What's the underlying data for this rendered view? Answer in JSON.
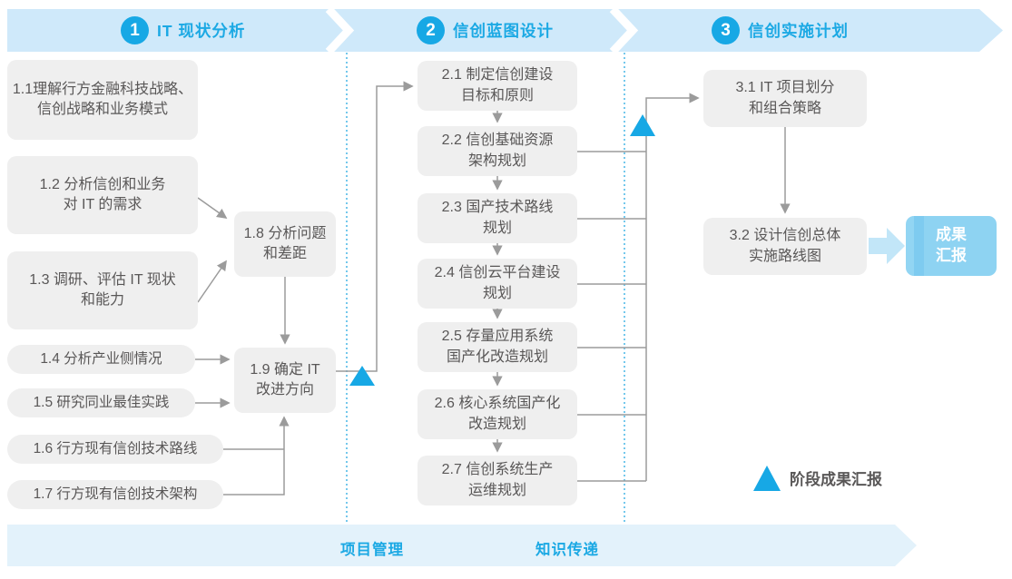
{
  "palette": {
    "accent_blue": "#17a8e5",
    "title_blue": "#1ca9e4",
    "top_band_blue": "#cfe9fa",
    "bottom_band_blue": "#e3f2fb",
    "box_gray": "#efefef",
    "text_gray": "#595757",
    "line_gray": "#9b9b9b",
    "deliverable_blue": "#8ed3f2",
    "block_arrow_blue": "#c2e6f8"
  },
  "phases": [
    {
      "num": "1",
      "title": "IT 现状分析"
    },
    {
      "num": "2",
      "title": "信创蓝图设计"
    },
    {
      "num": "3",
      "title": "信创实施计划"
    }
  ],
  "nodes": {
    "n1_1": "1.1理解行方金融科技战略、\n信创战略和业务模式",
    "n1_2": "1.2 分析信创和业务\n对 IT 的需求",
    "n1_3": "1.3 调研、评估 IT 现状\n和能力",
    "n1_4": "1.4 分析产业侧情况",
    "n1_5": "1.5 研究同业最佳实践",
    "n1_6": "1.6 行方现有信创技术路线",
    "n1_7": "1.7 行方现有信创技术架构",
    "n1_8": "1.8 分析问题\n和差距",
    "n1_9": "1.9 确定 IT\n改进方向",
    "n2_1": "2.1 制定信创建设\n目标和原则",
    "n2_2": "2.2 信创基础资源\n架构规划",
    "n2_3": "2.3 国产技术路线\n规划",
    "n2_4": "2.4 信创云平台建设\n规划",
    "n2_5": "2.5 存量应用系统\n国产化改造规划",
    "n2_6": "2.6 核心系统国产化\n改造规划",
    "n2_7": "2.7 信创系统生产\n运维规划",
    "n3_1": "3.1 IT 项目划分\n和组合策略",
    "n3_2": "3.2 设计信创总体\n实施路线图"
  },
  "deliverable": {
    "label": "成果\n汇报"
  },
  "bottom_band": {
    "left_label": "项目管理",
    "right_label": "知识传递"
  },
  "legend": {
    "label": "阶段成果汇报"
  }
}
